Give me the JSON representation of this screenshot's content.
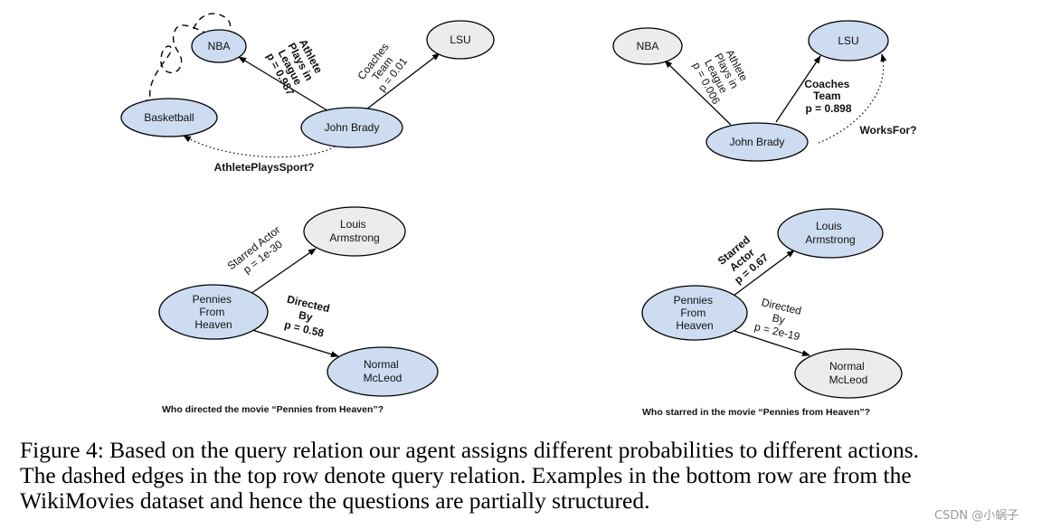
{
  "panels": {
    "top_left": {
      "nodes": {
        "nba": [
          "NBA"
        ],
        "lsu": [
          "LSU"
        ],
        "basketball": [
          "Basketball"
        ],
        "john": [
          "John Brady"
        ]
      },
      "edges": {
        "to_nba": [
          "Athlete",
          "Plays in",
          "League",
          "p = 0.987"
        ],
        "to_lsu": [
          "Coaches",
          "Team",
          "p = 0.01"
        ]
      },
      "query": "AthletePlaysSport?"
    },
    "top_right": {
      "nodes": {
        "nba": [
          "NBA"
        ],
        "lsu": [
          "LSU"
        ],
        "john": [
          "John Brady"
        ]
      },
      "edges": {
        "to_nba": [
          "Athlete",
          "Plays in",
          "League",
          "p = 0.006"
        ],
        "to_lsu": [
          "Coaches",
          "Team",
          "p = 0.898"
        ]
      },
      "query": "WorksFor?"
    },
    "bottom_left": {
      "nodes": {
        "pennies": [
          "Pennies",
          "From",
          "Heaven"
        ],
        "louis": [
          "Louis",
          "Armstrong"
        ],
        "normal": [
          "Normal",
          "McLeod"
        ]
      },
      "edges": {
        "to_louis": [
          "Starred Actor",
          "p = 1e-30"
        ],
        "to_normal": [
          "Directed",
          "By",
          "p = 0.58"
        ]
      },
      "question": "Who directed the movie “Pennies from Heaven”?"
    },
    "bottom_right": {
      "nodes": {
        "pennies": [
          "Pennies",
          "From",
          "Heaven"
        ],
        "louis": [
          "Louis",
          "Armstrong"
        ],
        "normal": [
          "Normal",
          "McLeod"
        ]
      },
      "edges": {
        "to_louis": [
          "Starred",
          "Actor",
          "p = 0.67"
        ],
        "to_normal": [
          "Directed",
          "By",
          "p = 2e-19"
        ]
      },
      "question": "Who starred in the movie “Pennies from Heaven”?"
    }
  },
  "caption": [
    "Figure 4: Based on the query relation our agent assigns different probabilities to different actions.",
    "The dashed edges in the top row denote query relation. Examples in the bottom row are from the",
    "WikiMovies dataset and hence the questions are partially structured."
  ],
  "watermark": "CSDN @小蜗子"
}
